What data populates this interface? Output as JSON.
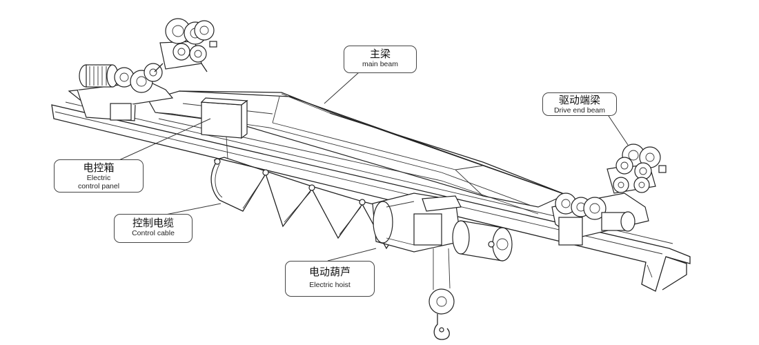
{
  "labels": {
    "main_beam": {
      "cn": "主梁",
      "en": "main beam"
    },
    "drive_end_beam": {
      "cn": "驱动端梁",
      "en": "Drive end beam"
    },
    "control_box": {
      "cn": "电控箱",
      "en_line1": "Electric",
      "en_line2": "control panel"
    },
    "control_cable": {
      "cn": "控制电缆",
      "en": "Control cable"
    },
    "electric_hoist": {
      "cn": "电动葫芦",
      "en": "Electric hoist"
    }
  }
}
